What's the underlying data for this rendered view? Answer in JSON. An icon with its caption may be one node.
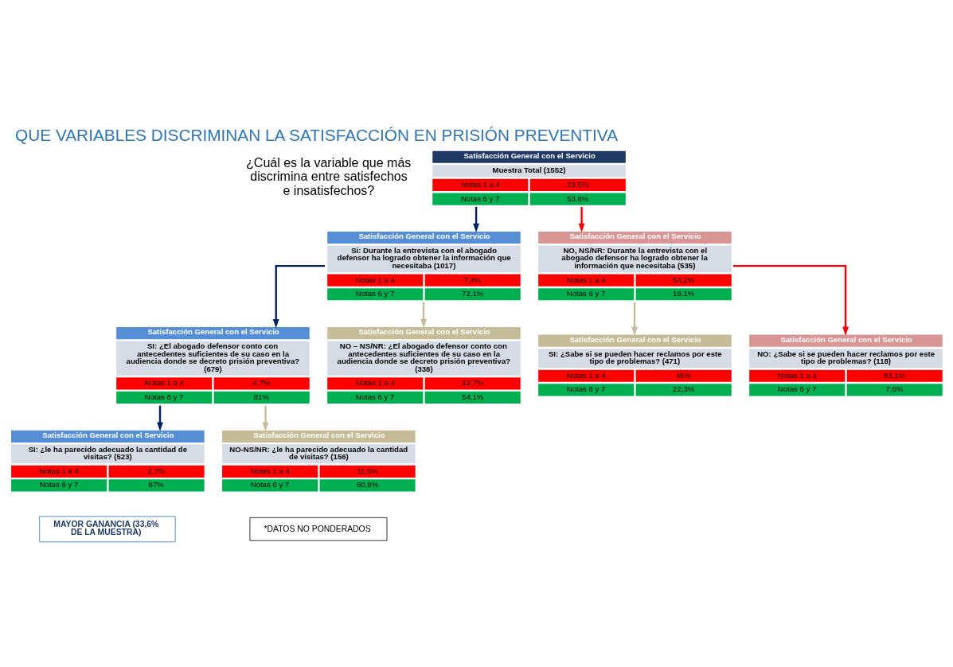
{
  "diagram": {
    "title": "QUE VARIABLES DISCRIMINAN LA SATISFACCIÓN EN PRISIÓN PREVENTIVA",
    "nodes": [
      {
        "text": [
          "Satisfacción General con el Servicio",
          "Muestra Total (1552)",
          "Notas 1 a 4",
          "23,5%",
          "Notas 6 y 7",
          "53,8%"
        ]
      },
      {
        "text": [
          "Satisfacción General con el Servicio",
          "Si: Durante la entrevista con el abogado defensor ha logrado obtener la información que necesitaba (1017)",
          "Notas 1 a 4",
          "7,4%",
          "Notas 6 y 7",
          "72,1%"
        ]
      },
      {
        "text": [
          "Satisfacción General con el Servicio",
          "NO, NS/NR: Durante la entrevista con el abogado defensor ha logrado obtener la información que necesitaba (535)",
          "Notas 1 a 4",
          "54,2%",
          "Notas 6 y 7",
          "19,1%"
        ]
      },
      {
        "text": [
          "Satisfacción General con el Servicio",
          "SI: ¿El abogado defensor conto con antecedentes suficientes de su caso en la audiencia donde se decreto prisión preventiva? (679)",
          "Notas 1 a 4",
          "4,7%",
          "Notas 6 y 7",
          "81%"
        ]
      },
      {
        "text": [
          "Satisfacción General con el Servicio",
          "NO – NS/NR: ¿El abogado defensor conto con antecedentes suficientes de su caso en la audiencia donde se decreto prisión preventiva? (338)",
          "Notas 1 a 4",
          "12,7%",
          "Notas 6 y 7",
          "54,1%"
        ]
      },
      {
        "text": [
          "Satisfacción General con el Servicio",
          "SI: ¿Sabe si se pueden hacer reclamos por este tipo de problemas? (471)",
          "Notas 1 a 4",
          "46%",
          "Notas 6 y 7",
          "22,3%"
        ]
      },
      {
        "text": [
          "Satisfacción General con el Servicio",
          "NO: ¿Sabe si se pueden hacer reclamos por este tipo de problemas? (118)",
          "Notas 1 a 4",
          "83,1%",
          "Notas 6 y 7",
          "7,6%"
        ]
      },
      {
        "text": [
          "Satisfacción General con el Servicio",
          "SI: ¿le ha parecido adecuado la cantidad de visitas? (523)",
          "Notas 1 a 4",
          "2,7%",
          "Notas 6 y 7",
          "87%"
        ]
      },
      {
        "text": [
          "Satisfacción General con el Servicio",
          "NO-NS/NR: ¿le ha parecido adecuado la cantidad de visitas? (156)",
          "Notas 1 a 4",
          "11,5%",
          "Notas 6 y 7",
          "60,9%"
        ]
      },
      {
        "text": [
          "MAYOR GANANCIA (33,6% DE LA MUESTRA)"
        ]
      },
      {
        "text": [
          "*DATOS NO PONDERADOS"
        ]
      }
    ],
    "edges": [
      {
        "from": 0,
        "to": 1,
        "arrow": "to",
        "color": "#002060"
      },
      {
        "from": 0,
        "to": 2,
        "arrow": "to",
        "color": "#ff0000"
      },
      {
        "from": 1,
        "to": 3,
        "arrow": "to",
        "color": "#002060"
      },
      {
        "from": 1,
        "to": 4,
        "arrow": "to",
        "color": "#c4bd97"
      },
      {
        "from": 2,
        "to": 5,
        "arrow": "to",
        "color": "#c4bd97"
      },
      {
        "from": 2,
        "to": 6,
        "arrow": "to",
        "color": "#ff0000"
      },
      {
        "from": 3,
        "to": 7,
        "arrow": "to",
        "color": "#002060"
      },
      {
        "from": 3,
        "to": 8,
        "arrow": "to",
        "color": "#c4bd97"
      }
    ],
    "labels": [
      "¿Cuál es la variable que más discrimina entre satisfechos e insatisfechos?"
    ]
  }
}
